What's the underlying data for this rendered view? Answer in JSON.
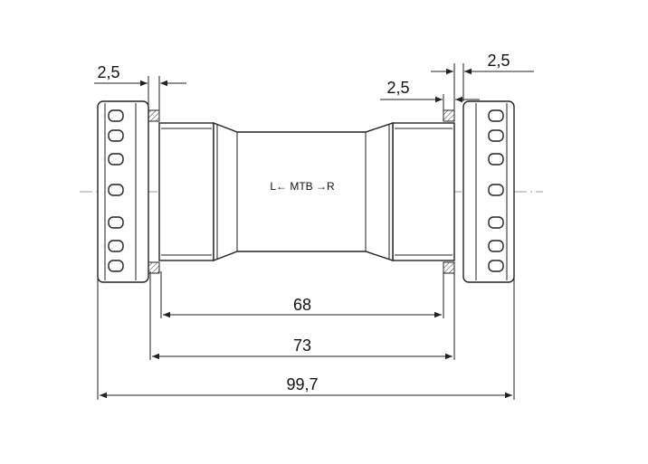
{
  "labels": {
    "thread_left_dim": "2,5",
    "thread_right_top_dim": "2,5",
    "thread_right_dim": "2,5",
    "direction": "L← MTB →R",
    "shell_width_68": "68",
    "shell_width_73": "73",
    "overall_width": "99,7"
  }
}
